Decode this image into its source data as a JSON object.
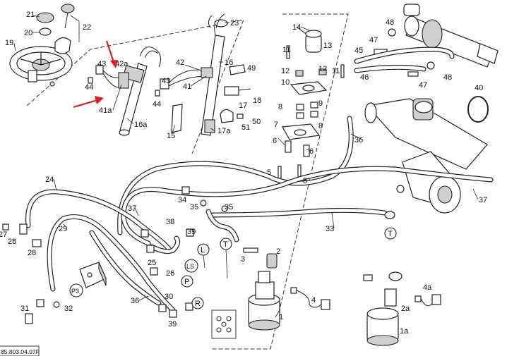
{
  "reference_code": "85.803.04.07F",
  "labels": {
    "l19": "19",
    "l20": "20",
    "l21": "21",
    "l22": "22",
    "l23": "23",
    "l43": "43",
    "l42a": "42a",
    "l44a": "44",
    "l41a": "41a",
    "l16a": "16a",
    "l42": "42",
    "l43b": "43",
    "l41": "41",
    "l44b": "44",
    "l15": "15",
    "l16": "16",
    "l49": "49",
    "l17": "17",
    "l18": "18",
    "l17a": "17a",
    "l51": "51",
    "l50": "50",
    "l14": "14",
    "l13": "13",
    "l11a": "11",
    "l11b": "11",
    "l12a": "12",
    "l12b": "12",
    "l10": "10",
    "l9": "9",
    "l8a": "8",
    "l8b": "8",
    "l7": "7",
    "l6a": "6",
    "l6b": "6",
    "l5a": "5",
    "l5b": "5",
    "l47a": "47",
    "l48a": "48",
    "l45": "45",
    "l46": "46",
    "l47b": "47",
    "l48b": "48",
    "l40": "40",
    "l36a": "36",
    "l37a": "37",
    "l24": "24",
    "l37b": "37",
    "l34": "34",
    "l35a": "35",
    "l35b": "35",
    "l33": "33",
    "l27": "27",
    "l28a": "28",
    "l28b": "28",
    "l29": "29",
    "l38": "38",
    "l39a": "39",
    "l25": "25",
    "l26": "26",
    "l30": "30",
    "l31": "31",
    "l32": "32",
    "l36b": "36",
    "l39b": "39",
    "l3": "3",
    "l2": "2",
    "l1": "1",
    "l4": "4",
    "l4a": "4a",
    "l2a": "2a",
    "l1a": "1a"
  },
  "ports": {
    "L": "L",
    "T1": "T",
    "LS": "LS",
    "P1": "P",
    "R": "R",
    "P3": "P3",
    "T2": "T"
  },
  "callouts": [
    {
      "name": "red-arrow-1",
      "color": "#e21d1d"
    },
    {
      "name": "red-arrow-2",
      "color": "#e21d1d"
    }
  ]
}
